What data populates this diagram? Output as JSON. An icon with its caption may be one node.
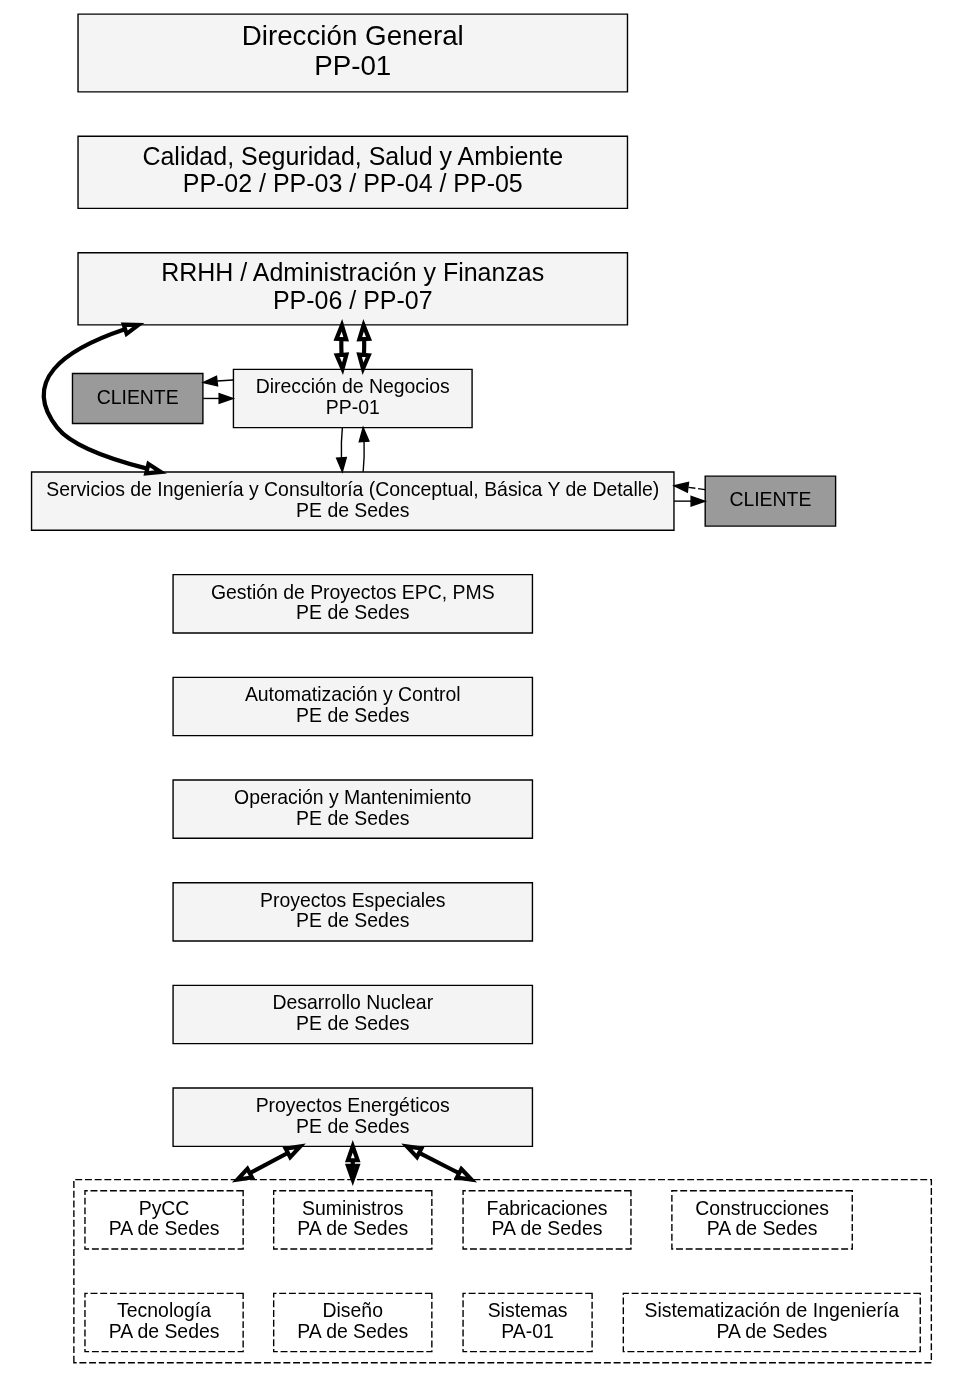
{
  "diagram": {
    "nodes": [
      {
        "text": [
          "Dirección General",
          "PP-01"
        ]
      },
      {
        "text": [
          "Calidad, Seguridad, Salud y Ambiente",
          "PP-02 / PP-03 / PP-04 / PP-05"
        ]
      },
      {
        "text": [
          "RRHH / Administración y Finanzas",
          "PP-06 / PP-07"
        ]
      },
      {
        "text": [
          "CLIENTE"
        ]
      },
      {
        "text": [
          "Dirección de Negocios",
          "PP-01"
        ]
      },
      {
        "text": [
          "Servicios de Ingeniería y Consultoría (Conceptual, Básica Y de Detalle)",
          "PE de Sedes"
        ]
      },
      {
        "text": [
          "Gestión de Proyectos EPC, PMS",
          "PE de Sedes"
        ]
      },
      {
        "text": [
          "Automatización y Control",
          "PE de Sedes"
        ]
      },
      {
        "text": [
          "Operación y Mantenimiento",
          "PE de Sedes"
        ]
      },
      {
        "text": [
          "Proyectos Especiales",
          "PE de Sedes"
        ]
      },
      {
        "text": [
          "Desarrollo Nuclear",
          "PE de Sedes"
        ]
      },
      {
        "text": [
          "Proyectos Energéticos",
          "PE de Sedes"
        ]
      },
      {
        "text": [
          "CLIENTE"
        ]
      },
      {
        "text": [],
        "shape": "box"
      },
      {
        "text": [
          "PyCC",
          "PA de Sedes"
        ],
        "in": 13
      },
      {
        "text": [
          "Suministros",
          "PA de Sedes"
        ],
        "in": 13
      },
      {
        "text": [
          "Fabricaciones",
          "PA de Sedes"
        ],
        "in": 13
      },
      {
        "text": [
          "Construcciones",
          "PA de Sedes"
        ],
        "in": 13
      },
      {
        "text": [
          "Tecnología",
          "PA de Sedes"
        ],
        "in": 13
      },
      {
        "text": [
          "Diseño",
          "PA de Sedes"
        ],
        "in": 13
      },
      {
        "text": [
          "Sistemas",
          "PA-01"
        ],
        "in": 13
      },
      {
        "text": [
          "Sistematización de Ingeniería",
          "PA de Sedes"
        ],
        "in": 13
      }
    ],
    "edges": [
      {
        "from": 2,
        "to": 4,
        "arrow": "both",
        "style": "thick"
      },
      {
        "from": 2,
        "to": 4,
        "arrow": "both",
        "style": "thick"
      },
      {
        "from": 2,
        "to": 5,
        "arrow": "both",
        "style": "thick"
      },
      {
        "from": 3,
        "to": 4,
        "arrow": "to"
      },
      {
        "from": 4,
        "to": 3,
        "arrow": "to"
      },
      {
        "from": 5,
        "to": 4,
        "arrow": "to"
      },
      {
        "from": 4,
        "to": 5,
        "arrow": "to"
      },
      {
        "from": 5,
        "to": 12,
        "arrow": "to"
      },
      {
        "from": 12,
        "to": 5,
        "arrow": "to",
        "style": "dashed"
      },
      {
        "from": 11,
        "to": 13,
        "arrow": "both",
        "style": "thick"
      },
      {
        "from": 11,
        "to": 13,
        "arrow": "both",
        "style": "thick"
      },
      {
        "from": 11,
        "to": 13,
        "arrow": "both",
        "style": "thick"
      }
    ]
  }
}
